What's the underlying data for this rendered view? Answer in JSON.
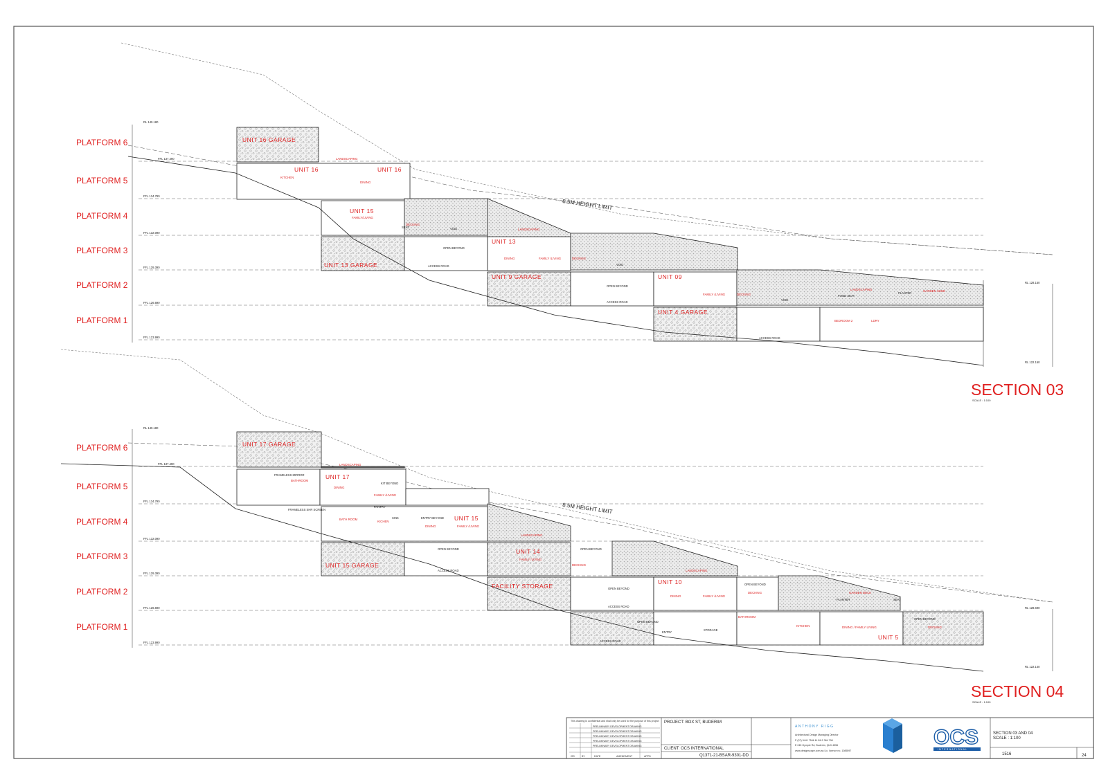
{
  "platforms": [
    "PLATFORM 6",
    "PLATFORM 5",
    "PLATFORM 4",
    "PLATFORM 3",
    "PLATFORM 2",
    "PLATFORM 1"
  ],
  "height_limit": "8.5M HEIGHT LIMIT",
  "section03": {
    "title": "SECTION 03",
    "scale": "SCALE : 1:100",
    "units": [
      "UNIT 16 GARAGE",
      "UNIT 16",
      "UNIT 16",
      "UNIT 15",
      "UNIT 13 GARAGE",
      "UNIT 13",
      "UNIT 9 GARAGE",
      "UNIT 09",
      "UNIT 4 GARAGE"
    ],
    "rooms": [
      "KITCHEN",
      "DINING",
      "LANDSCAPING",
      "FAMILY/LIVING",
      "DECKING",
      "OPEN BEYOND",
      "ACCESS ROAD",
      "FAMILY /LIVING",
      "DINING",
      "DECKING",
      "LANDSCAPING",
      "FAMILY /LIVING",
      "DECKING",
      "OPEN BEYOND",
      "ACCESS ROAD",
      "LANDSCAPING",
      "FIXED SEAT",
      "PLANTER",
      "GARDEN SHED",
      "BEDROOM 2",
      "LDRY",
      "SEAT",
      "ACCESS ROAD",
      "VOID",
      "VOID",
      "VOID"
    ],
    "levels": [
      "RL 140.180",
      "FFL 137.490",
      "FFL 134.790",
      "FFL 132.090",
      "FFL 129.390",
      "FFL 126.690",
      "FFL 123.990",
      "RL 128.150",
      "RL 122.150"
    ]
  },
  "section04": {
    "title": "SECTION 04",
    "scale": "SCALE : 1:100",
    "units": [
      "UNIT 17 GARAGE",
      "UNIT 17",
      "UNIT 15",
      "UNIT 15 GARAGE",
      "UNIT 14",
      "FACILITY STORAGE",
      "UNIT 10",
      "UNIT 5"
    ],
    "rooms": [
      "LANDSCAPING",
      "FRAMELESS MIRROR",
      "BATHROOM",
      "DINING",
      "KIT BEYOND",
      "FAMILY /LIVING",
      "FRAMELESS SHR SCREEN",
      "PANTRY",
      "BATH ROOM",
      "KICHEN",
      "SINK",
      "ENTRY BEYOND",
      "DINING",
      "FAMILY /LIVING",
      "OPEN BEYOND",
      "ACCESS ROAD",
      "LANDSCAPING",
      "FAMILY /LIVING",
      "DECKING",
      "OPEN BEYOND",
      "LANDSCAPING",
      "OPEN BEYOND",
      "ACCESS ROAD",
      "DINING",
      "FAMILY /LIVING",
      "OPEN BEYOND",
      "DECKING",
      "BATHROOM",
      "KITCHEN",
      "GARDEN DECK",
      "PLANTER",
      "SEAT",
      "STORAGE",
      "OPEN BEYOND",
      "ACCESS ROAD",
      "ENTRY",
      "DINING / FAMILY LIVING",
      "OPEN BEYOND",
      "DECKING"
    ],
    "levels": [
      "RL 140.180",
      "FFL 137.490",
      "FFL 134.790",
      "FFL 132.090",
      "FFL 129.390",
      "FFL 126.690",
      "FFL 123.990",
      "RL 128.690",
      "RL 122.140"
    ]
  },
  "title_block": {
    "project": "PROJECT: BOX ST, BUDERIM",
    "client": "CLIENT: OCS INTERNATIONAL",
    "drawing_no": "Q1371-21-BSAR-9301-DD",
    "firm_name": "ANTHONY RIGG",
    "firm_sub": "Architectural Design Managing Director",
    "firm_contact": "P (07) 5441 7546  M 0412 364 798",
    "firm_address": "E 245 Gympie Rd, Buderim, QLD 4556",
    "firm_web": "www.designscape.com.au  Lic. licence no. 1085597",
    "ocs_logo": "OCS",
    "ocs_sub": "INTERNATIONAL",
    "sheet_title": "SECTION 03 AND 04",
    "sheet_scale": "SCALE : 1:100",
    "job_no": "1516",
    "sheet_no": "24",
    "note": "This drawing is confidential and shall only be used for the purpose of this project",
    "rev_rows": [
      "PRELIMINARY DEVELOPMENT DRAWING",
      "PRELIMINARY DEVELOPMENT DRAWING",
      "PRELIMINARY DEVELOPMENT DRAWING",
      "PRELIMINARY DEVELOPMENT DRAWING",
      "PRELIMINARY DEVELOPMENT DRAWING"
    ],
    "rev_headers": [
      "ISS",
      "BY",
      "DATE",
      "AMENDMENT",
      "APPD"
    ]
  },
  "colors": {
    "accent": "#e02020",
    "line": "#222222",
    "hatch": "#9a9a9a"
  }
}
